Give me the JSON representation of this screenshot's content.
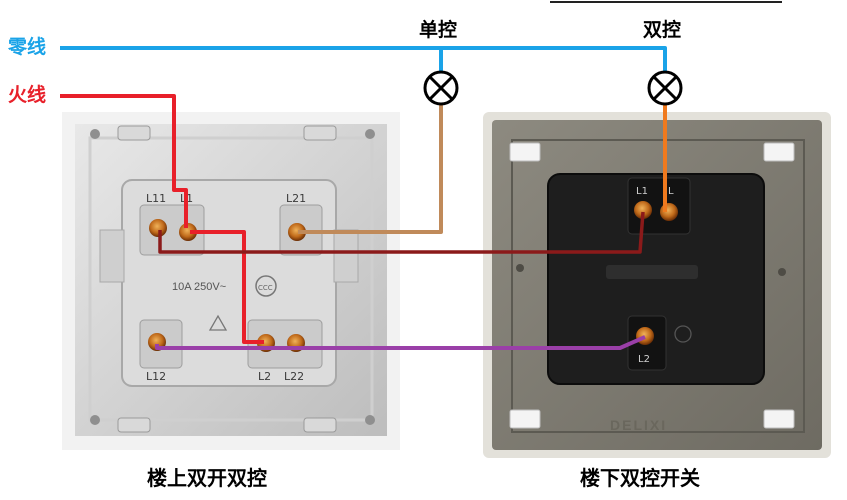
{
  "labels": {
    "neutral": "零线",
    "live": "火线",
    "single_control": "单控",
    "double_control": "双控",
    "upstairs_caption": "楼上双开双控",
    "downstairs_caption": "楼下双控开关"
  },
  "switch_upstairs": {
    "terminals": [
      "L11",
      "L1",
      "L21",
      "L12",
      "L2",
      "L22"
    ],
    "rating": "10A 250V~",
    "cert_mark": "CCC"
  },
  "switch_downstairs": {
    "terminals": [
      "L1",
      "L",
      "L2"
    ],
    "brand": "DELIXI"
  },
  "colors": {
    "neutral_wire": "#1aa3e8",
    "live_wire": "#e8202a",
    "single_control_wire": "#c08a5a",
    "double_control_wire": "#f07a1e",
    "traveler_wire": "#9a3fa8",
    "brown_red_wire": "#8b1a1a"
  }
}
